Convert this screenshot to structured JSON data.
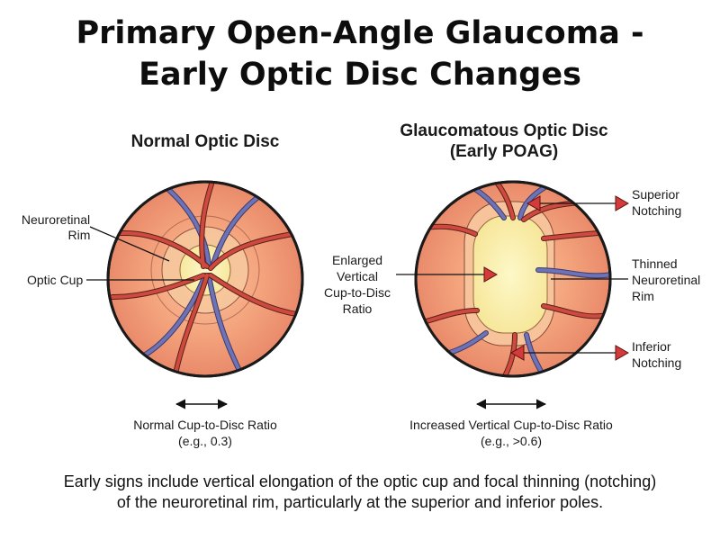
{
  "title_line1": "Primary Open-Angle Glaucoma -",
  "title_line2": "Early Optic Disc Changes",
  "normal": {
    "title": "Normal Optic Disc",
    "label_rim_line1": "Neuroretinal",
    "label_rim_line2": "Rim",
    "label_cup": "Optic Cup",
    "ratio_line1": "Normal Cup-to-Disc Ratio",
    "ratio_line2": "(e.g., 0.3)"
  },
  "glaucoma": {
    "title_line1": "Glaucomatous Optic Disc",
    "title_line2": "(Early POAG)",
    "label_enlarged_line1": "Enlarged",
    "label_enlarged_line2": "Vertical",
    "label_enlarged_line3": "Cup-to-Disc",
    "label_enlarged_line4": "Ratio",
    "label_superior_line1": "Superior",
    "label_superior_line2": "Notching",
    "label_thinned_line1": "Thinned",
    "label_thinned_line2": "Neuroretinal",
    "label_thinned_line3": "Rim",
    "label_inferior_line1": "Inferior",
    "label_inferior_line2": "Notching",
    "ratio_line1": "Increased Vertical Cup-to-Disc Ratio",
    "ratio_line2": "(e.g., >0.6)"
  },
  "caption_line1": "Early signs include vertical elongation of the optic cup and focal thinning (notching)",
  "caption_line2": "of the neuroretinal rim, particularly at the superior and inferior poles.",
  "colors": {
    "retina": "#f2a07c",
    "rim": "#f6c39a",
    "cup": "#fbf1ad",
    "artery": "#c8423b",
    "vein": "#6a6fb0",
    "pointer": "#d33a3a"
  }
}
